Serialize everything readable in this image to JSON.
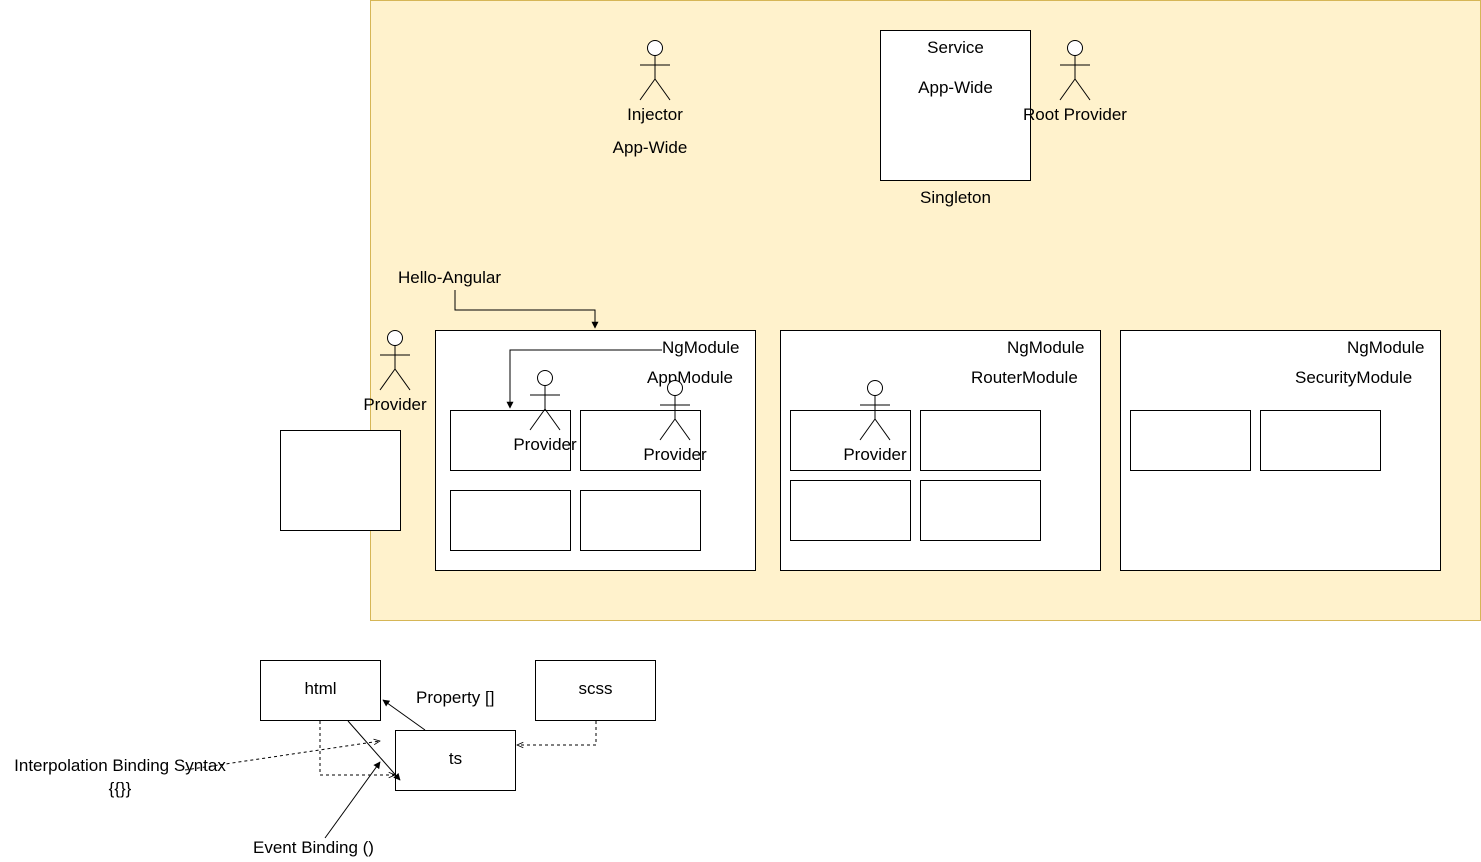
{
  "colors": {
    "region_fill": "#fff2cc",
    "region_stroke": "#d6b656",
    "line": "#000000"
  },
  "top": {
    "injector": "Injector",
    "app_wide_left": "App-Wide",
    "service": "Service",
    "service_app_wide": "App-Wide",
    "singleton": "Singleton",
    "root_provider": "Root Provider",
    "hello_angular": "Hello-Angular",
    "provider_outer": "Provider"
  },
  "modules": [
    {
      "kind": "NgModule",
      "name": "AppModule",
      "provider_a": "Provider",
      "provider_b": "Provider"
    },
    {
      "kind": "NgModule",
      "name": "RouterModule",
      "provider_a": "Provider"
    },
    {
      "kind": "NgModule",
      "name": "SecurityModule"
    }
  ],
  "bottom": {
    "html": "html",
    "ts": "ts",
    "scss": "scss",
    "property": "Property []",
    "interpolation": "Interpolation Binding Syntax",
    "interpolation_syntax": "{{}}",
    "event_binding": "Event Binding ()"
  },
  "icons": [
    "actor-icon",
    "arrowhead-icon"
  ]
}
